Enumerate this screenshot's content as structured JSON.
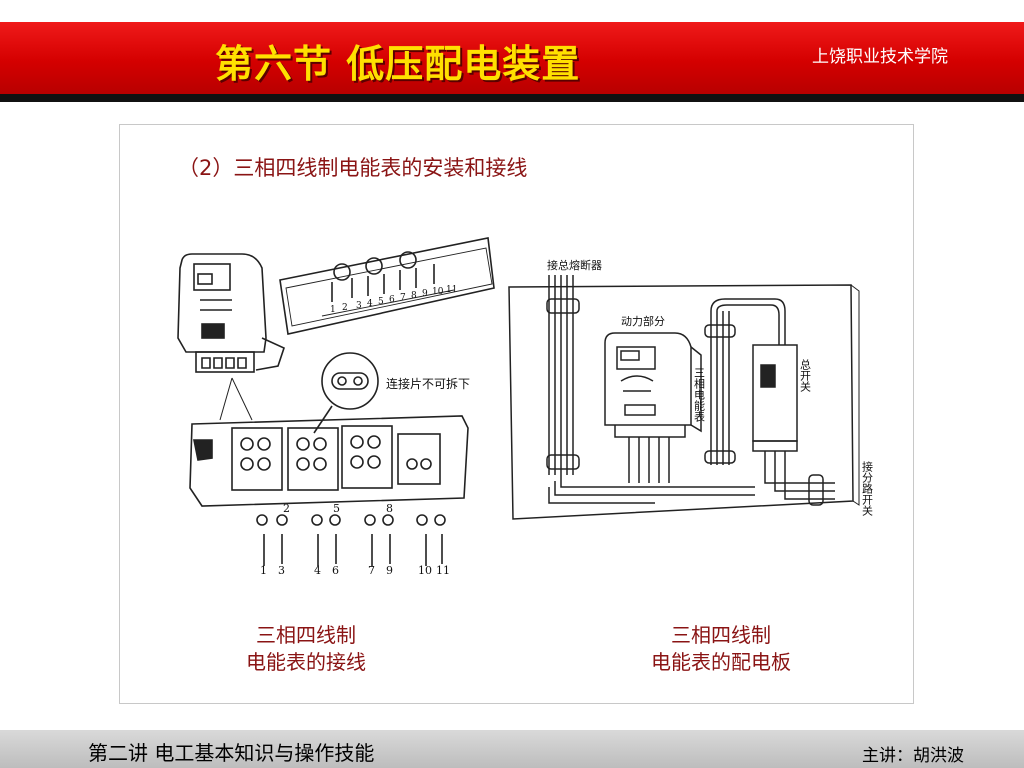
{
  "header": {
    "title": "第六节  低压配电装置",
    "school": "上饶职业技术学院"
  },
  "slide": {
    "subtitle": "（2）三相四线制电能表的安装和接线",
    "left_figure": {
      "note": "连接片不可拆下",
      "top_terminal_numbers": [
        "1",
        "2",
        "3",
        "4",
        "5",
        "6",
        "7",
        "8",
        "9",
        "10",
        "11"
      ],
      "bottom_numbers_top_row": [
        "2",
        "5",
        "8"
      ],
      "bottom_numbers": [
        "1",
        "3",
        "4",
        "6",
        "7",
        "9",
        "10",
        "11"
      ],
      "caption_line1": "三相四线制",
      "caption_line2": "电能表的接线"
    },
    "right_figure": {
      "label_main_fuse": "接总熔断器",
      "label_power": "动力部分",
      "label_meter": "三相电能表",
      "label_main_switch": "总开关",
      "label_branch_switch": "接分路开关",
      "caption_line1": "三相四线制",
      "caption_line2": "电能表的配电板"
    }
  },
  "footer": {
    "lecture": "第二讲  电工基本知识与操作技能",
    "lecturer": "主讲：胡洪波"
  }
}
